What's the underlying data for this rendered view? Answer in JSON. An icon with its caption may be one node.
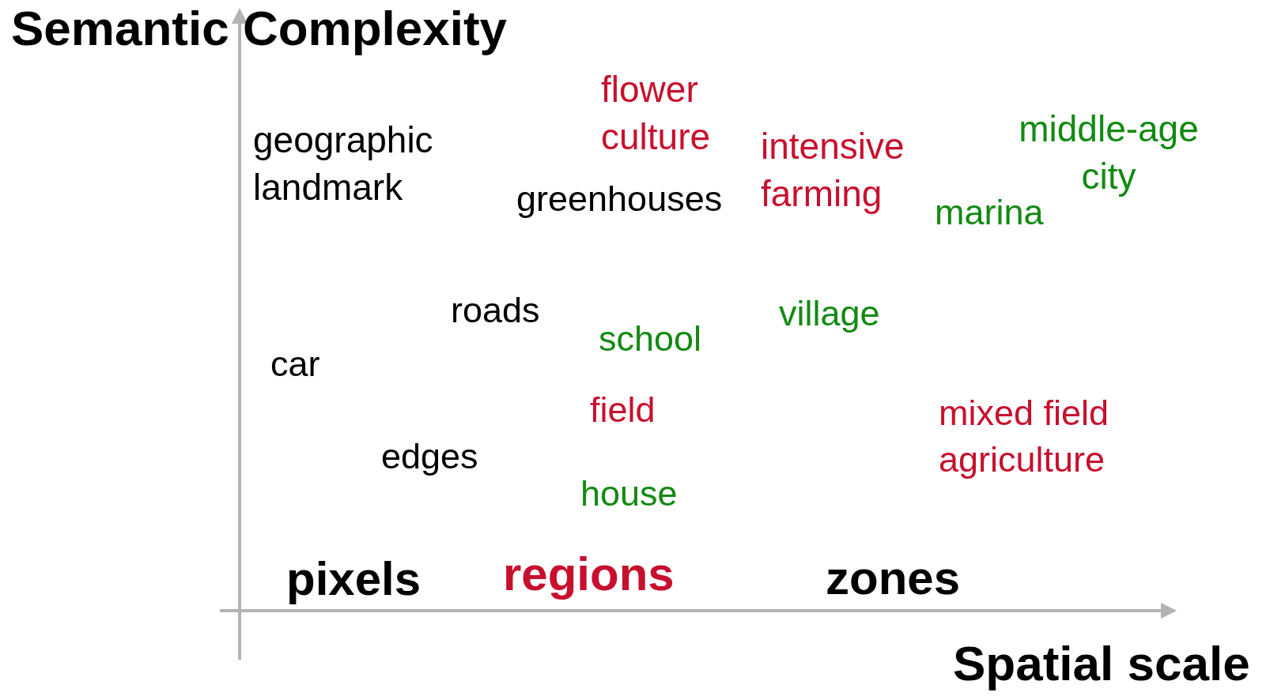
{
  "diagram": {
    "labels": [
      "Semantic Complexity",
      "flower culture",
      "geographic landmark",
      "intensive farming",
      "middle-age city",
      "greenhouses",
      "marina",
      "roads",
      "village",
      "school",
      "car",
      "field",
      "mixed field agriculture",
      "edges",
      "house",
      "pixels",
      "regions",
      "zones",
      "Spatial scale"
    ]
  }
}
